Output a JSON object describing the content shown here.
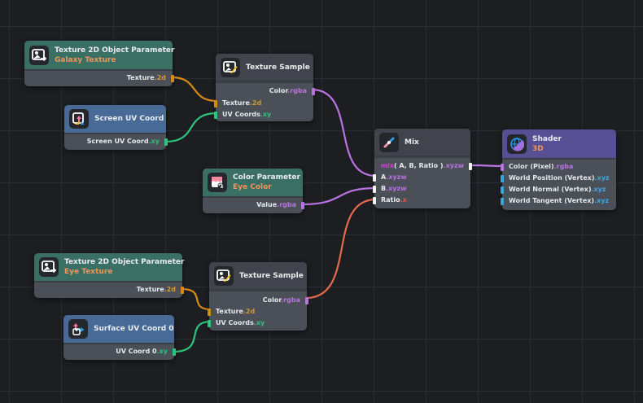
{
  "colors": {
    "texture_wire": "#d68a14",
    "rgba_wire": "#b873e0",
    "xy_wire": "#2ec47d",
    "ratio_wire": "#e46a4c",
    "xyz_port": "#3aa4dc",
    "subtitle": "#f0955a"
  },
  "nodes": {
    "galaxy_param": {
      "icon": "texture-parameter-icon",
      "title": "Texture 2D Object Parameter",
      "subtitle": "Galaxy Texture",
      "outputs": [
        {
          "label": "Texture",
          "swizzle": ".2d"
        }
      ]
    },
    "texture_sample_1": {
      "icon": "texture-sample-icon",
      "title": "Texture Sample",
      "outputs": [
        {
          "label": "Color",
          "swizzle": ".rgba"
        }
      ],
      "inputs": [
        {
          "label": "Texture",
          "swizzle": ".2d"
        },
        {
          "label": "UV Coords",
          "swizzle": ".xy"
        }
      ]
    },
    "screen_uv": {
      "icon": "screen-uv-icon",
      "title": "Screen UV Coord",
      "outputs": [
        {
          "label": "Screen UV Coord",
          "swizzle": ".xy"
        }
      ]
    },
    "mix": {
      "icon": "mix-icon",
      "title": "Mix",
      "outputs": [
        {
          "fn": "mix",
          "label": "( A, B, Ratio )",
          "swizzle": ".xyzw"
        }
      ],
      "inputs": [
        {
          "label": "A",
          "swizzle": ".xyzw"
        },
        {
          "label": "B",
          "swizzle": ".xyzw"
        },
        {
          "label": "Ratio",
          "swizzle": ".x"
        }
      ]
    },
    "shader": {
      "icon": "shader-globe-icon",
      "title": "Shader",
      "subtitle": "3D",
      "inputs": [
        {
          "label": "Color (Pixel)",
          "swizzle": ".rgba"
        },
        {
          "label": "World Position (Vertex)",
          "swizzle": ".xyz"
        },
        {
          "label": "World Normal (Vertex)",
          "swizzle": ".xyz"
        },
        {
          "label": "World Tangent (Vertex)",
          "swizzle": ".xyz"
        }
      ]
    },
    "color_param": {
      "icon": "color-parameter-icon",
      "title": "Color Parameter",
      "subtitle": "Eye Color",
      "outputs": [
        {
          "label": "Value",
          "swizzle": ".rgba"
        }
      ]
    },
    "eye_param": {
      "icon": "texture-parameter-icon",
      "title": "Texture 2D Object Parameter",
      "subtitle": "Eye Texture",
      "outputs": [
        {
          "label": "Texture",
          "swizzle": ".2d"
        }
      ]
    },
    "texture_sample_2": {
      "icon": "texture-sample-icon",
      "title": "Texture Sample",
      "outputs": [
        {
          "label": "Color",
          "swizzle": ".rgba"
        }
      ],
      "inputs": [
        {
          "label": "Texture",
          "swizzle": ".2d"
        },
        {
          "label": "UV Coords",
          "swizzle": ".xy"
        }
      ]
    },
    "surface_uv": {
      "icon": "surface-uv-icon",
      "title": "Surface UV Coord 0",
      "outputs": [
        {
          "label": "UV Coord 0",
          "swizzle": ".xy"
        }
      ]
    }
  }
}
